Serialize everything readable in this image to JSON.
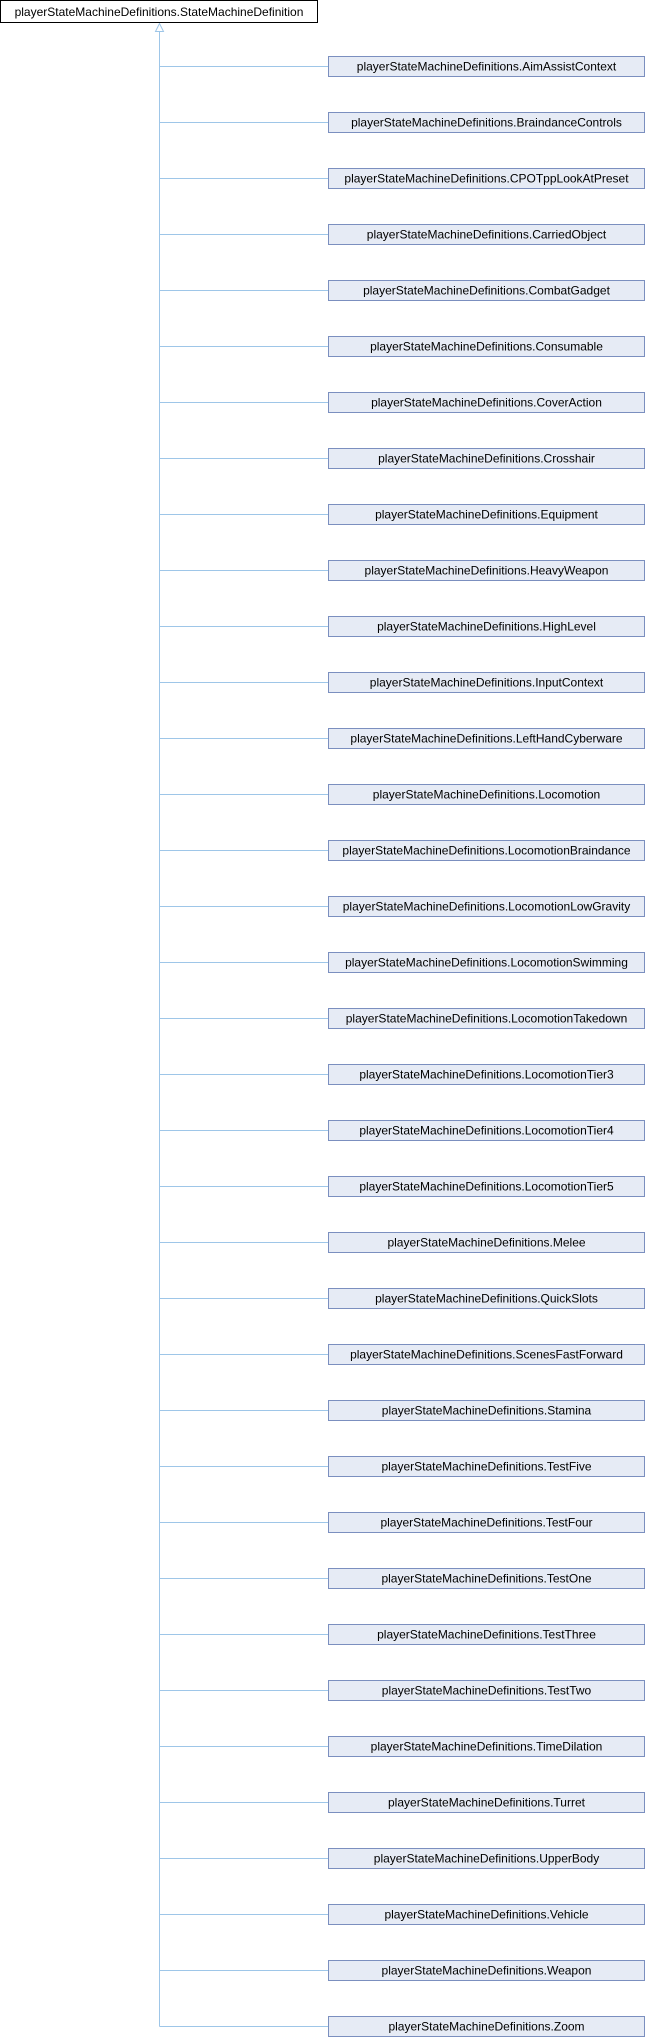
{
  "base_class": {
    "label": "playerStateMachineDefinitions.StateMachineDefinition"
  },
  "derived_classes": [
    "playerStateMachineDefinitions.AimAssistContext",
    "playerStateMachineDefinitions.BraindanceControls",
    "playerStateMachineDefinitions.CPOTppLookAtPreset",
    "playerStateMachineDefinitions.CarriedObject",
    "playerStateMachineDefinitions.CombatGadget",
    "playerStateMachineDefinitions.Consumable",
    "playerStateMachineDefinitions.CoverAction",
    "playerStateMachineDefinitions.Crosshair",
    "playerStateMachineDefinitions.Equipment",
    "playerStateMachineDefinitions.HeavyWeapon",
    "playerStateMachineDefinitions.HighLevel",
    "playerStateMachineDefinitions.InputContext",
    "playerStateMachineDefinitions.LeftHandCyberware",
    "playerStateMachineDefinitions.Locomotion",
    "playerStateMachineDefinitions.LocomotionBraindance",
    "playerStateMachineDefinitions.LocomotionLowGravity",
    "playerStateMachineDefinitions.LocomotionSwimming",
    "playerStateMachineDefinitions.LocomotionTakedown",
    "playerStateMachineDefinitions.LocomotionTier3",
    "playerStateMachineDefinitions.LocomotionTier4",
    "playerStateMachineDefinitions.LocomotionTier5",
    "playerStateMachineDefinitions.Melee",
    "playerStateMachineDefinitions.QuickSlots",
    "playerStateMachineDefinitions.ScenesFastForward",
    "playerStateMachineDefinitions.Stamina",
    "playerStateMachineDefinitions.TestFive",
    "playerStateMachineDefinitions.TestFour",
    "playerStateMachineDefinitions.TestOne",
    "playerStateMachineDefinitions.TestThree",
    "playerStateMachineDefinitions.TestTwo",
    "playerStateMachineDefinitions.TimeDilation",
    "playerStateMachineDefinitions.Turret",
    "playerStateMachineDefinitions.UpperBody",
    "playerStateMachineDefinitions.Vehicle",
    "playerStateMachineDefinitions.Weapon",
    "playerStateMachineDefinitions.Zoom"
  ],
  "colors": {
    "base_fill": "#ffffff",
    "base_border": "#000000",
    "node_fill": "#e6ebf5",
    "node_border": "#7b8fbf",
    "edge": "#9ec6e8",
    "text": "#000000"
  }
}
